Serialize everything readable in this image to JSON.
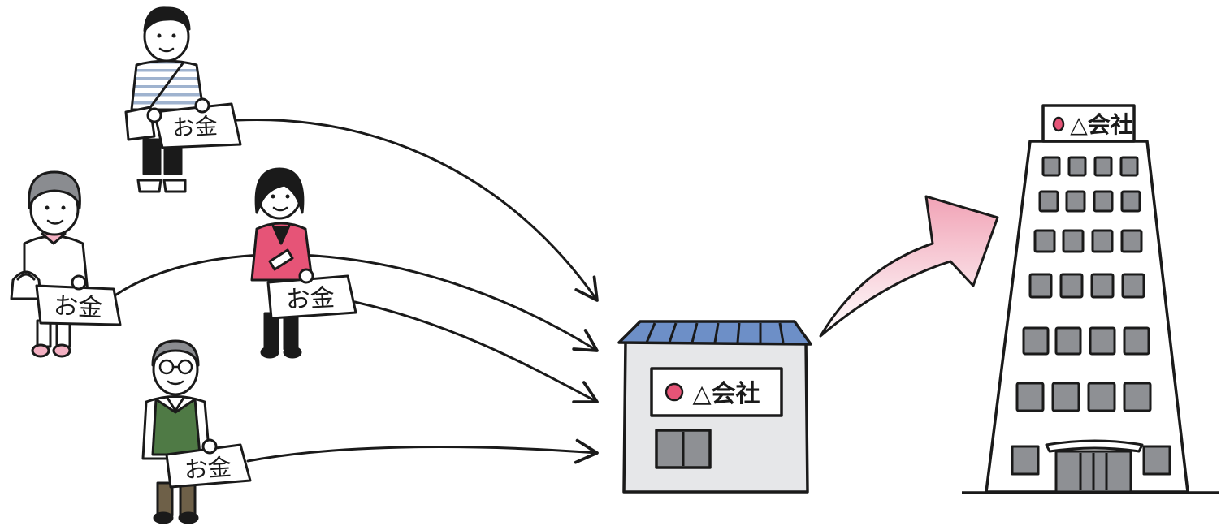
{
  "investors": [
    {
      "role": "young-man",
      "sign": "お金"
    },
    {
      "role": "elderly-woman",
      "sign": "お金"
    },
    {
      "role": "woman",
      "sign": "お金"
    },
    {
      "role": "elderly-man",
      "sign": "お金"
    }
  ],
  "small_company": {
    "sign_text": "△会社"
  },
  "large_company": {
    "sign_text": "△会社"
  },
  "colors": {
    "ink": "#1a1a1a",
    "roof": "#6d8fc7",
    "building": "#e6e7e9",
    "window": "#8e9094",
    "pink": "#e65477",
    "growth_arrow_top": "#f1a3b6",
    "growth_arrow_bottom": "#ffffff"
  }
}
